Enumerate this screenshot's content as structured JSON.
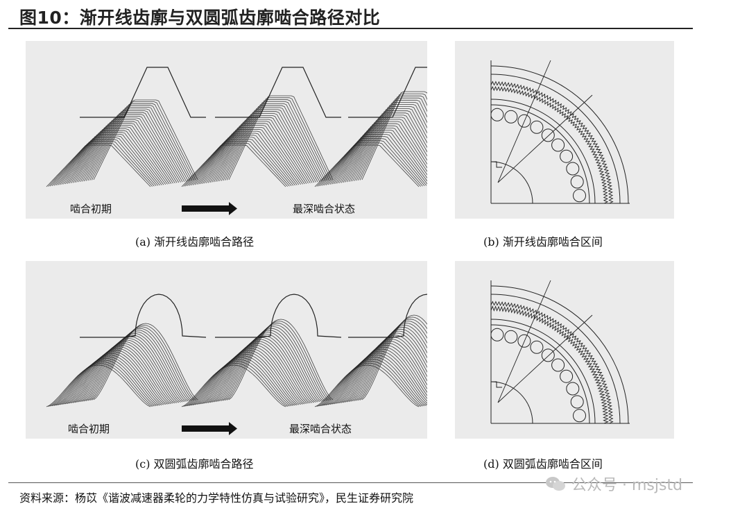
{
  "figure": {
    "title": "图10：渐开线齿廓与双圆弧齿廓啮合路径对比",
    "panels": [
      {
        "id": "a",
        "caption": "(a) 渐开线齿廓啮合路径",
        "start_label": "啮合初期",
        "end_label": "最深啮合状态"
      },
      {
        "id": "b",
        "caption": "(b) 渐开线齿廓啮合区间"
      },
      {
        "id": "c",
        "caption": "(c) 双圆弧齿廓啮合路径",
        "start_label": "啮合初期",
        "end_label": "最深啮合状态"
      },
      {
        "id": "d",
        "caption": "(d) 双圆弧齿廓啮合区间"
      }
    ],
    "source": "资料来源：杨苡《谐波减速器柔轮的力学特性仿真与试验研究》，民生证券研究院",
    "watermark": "公众号 · msjstd",
    "colors": {
      "panel_bg": "#ebebeb",
      "line": "#222222",
      "watermark": "#b9b9b9"
    }
  }
}
